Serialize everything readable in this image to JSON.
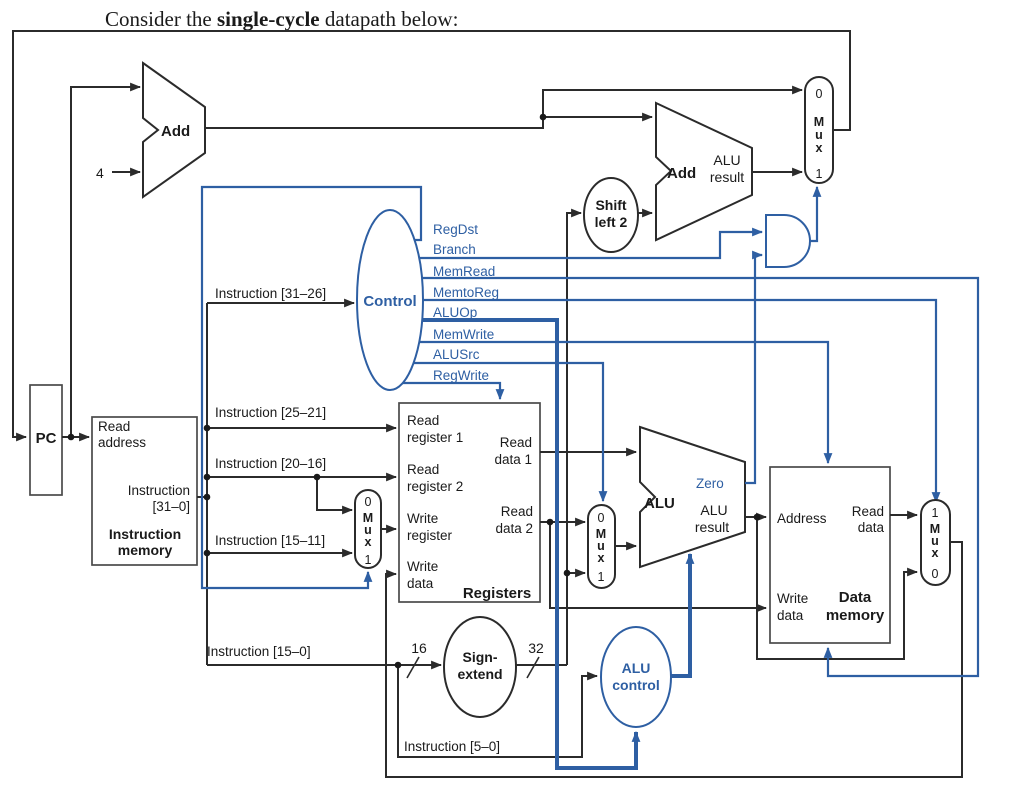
{
  "title": {
    "prefix": "Consider the ",
    "bold": "single-cycle",
    "suffix": " datapath below:"
  },
  "colors": {
    "wire_blue": "#2e5fa3",
    "wire_black": "#2b2b2b"
  },
  "labels": {
    "pc": "PC",
    "imem": {
      "read_address_1": "Read",
      "read_address_2": "address",
      "instruction_1": "Instruction",
      "instruction_2": "[31–0]",
      "name_1": "Instruction",
      "name_2": "memory"
    },
    "registers": {
      "read_reg1_1": "Read",
      "read_reg1_2": "register 1",
      "read_reg2_1": "Read",
      "read_reg2_2": "register 2",
      "write_reg_1": "Write",
      "write_reg_2": "register",
      "write_data_1": "Write",
      "write_data_2": "data",
      "read_data1_1": "Read",
      "read_data1_2": "data 1",
      "read_data2_1": "Read",
      "read_data2_2": "data 2",
      "name": "Registers"
    },
    "dmem": {
      "address": "Address",
      "read_data_1": "Read",
      "read_data_2": "data",
      "write_data_1": "Write",
      "write_data_2": "data",
      "name_1": "Data",
      "name_2": "memory"
    },
    "adder1": "Add",
    "four": "4",
    "adder2": {
      "name": "Add",
      "out_1": "ALU",
      "out_2": "result"
    },
    "alu": {
      "name": "ALU",
      "zero": "Zero",
      "out_1": "ALU",
      "out_2": "result"
    },
    "shift": {
      "l1": "Shift",
      "l2": "left 2"
    },
    "sign_extend": {
      "l1": "Sign-",
      "l2": "extend"
    },
    "control": "Control",
    "alu_control": {
      "l1": "ALU",
      "l2": "control"
    },
    "signals": {
      "regdst": "RegDst",
      "branch": "Branch",
      "memread": "MemRead",
      "memtoreg": "MemtoReg",
      "aluop": "ALUOp",
      "memwrite": "MemWrite",
      "alusrc": "ALUSrc",
      "regwrite": "RegWrite"
    },
    "instr_fields": {
      "i31_26": "Instruction [31–26]",
      "i25_21": "Instruction [25–21]",
      "i20_16": "Instruction [20–16]",
      "i15_11": "Instruction [15–11]",
      "i15_0": "Instruction [15–0]",
      "i5_0": "Instruction [5–0]"
    },
    "bus16": "16",
    "bus32": "32",
    "mux": {
      "m": "M",
      "u": "u",
      "x": "x",
      "zero": "0",
      "one": "1"
    }
  }
}
